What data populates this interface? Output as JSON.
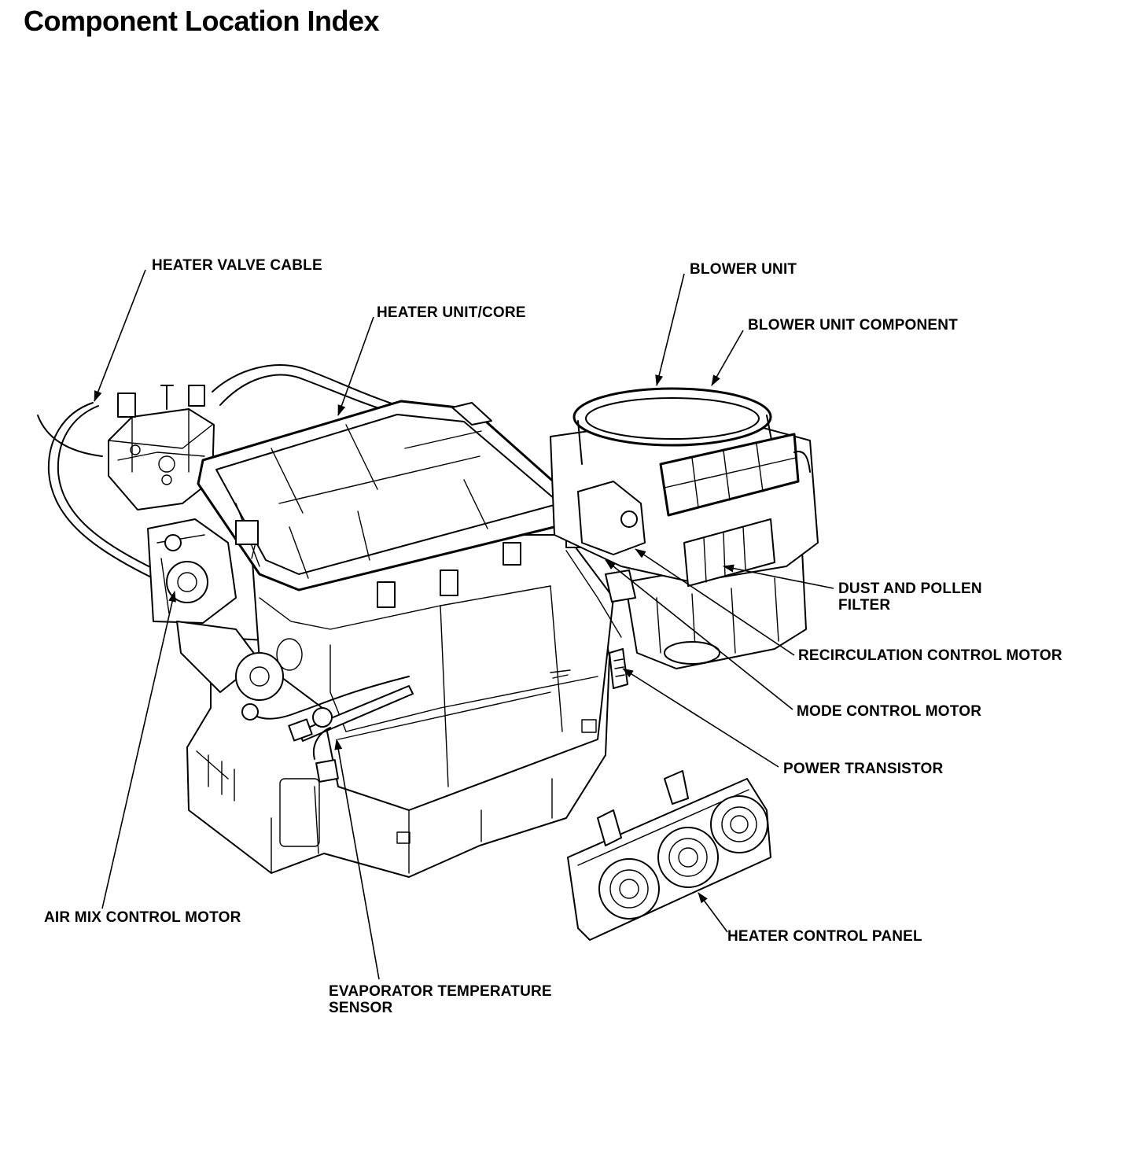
{
  "title": "Component Location Index",
  "callouts": {
    "heater_valve_cable": "HEATER VALVE CABLE",
    "heater_unit_core": "HEATER UNIT/CORE",
    "blower_unit": "BLOWER UNIT",
    "blower_unit_component": "BLOWER UNIT COMPONENT",
    "dust_and_pollen_filter_line1": "DUST AND POLLEN",
    "dust_and_pollen_filter_line2": "FILTER",
    "recirculation_control_motor": "RECIRCULATION CONTROL MOTOR",
    "mode_control_motor": "MODE CONTROL MOTOR",
    "power_transistor": "POWER TRANSISTOR",
    "air_mix_control_motor": "AIR MIX CONTROL MOTOR",
    "heater_control_panel": "HEATER CONTROL PANEL",
    "evaporator_temperature_sensor_line1": "EVAPORATOR TEMPERATURE",
    "evaporator_temperature_sensor_line2": "SENSOR"
  }
}
